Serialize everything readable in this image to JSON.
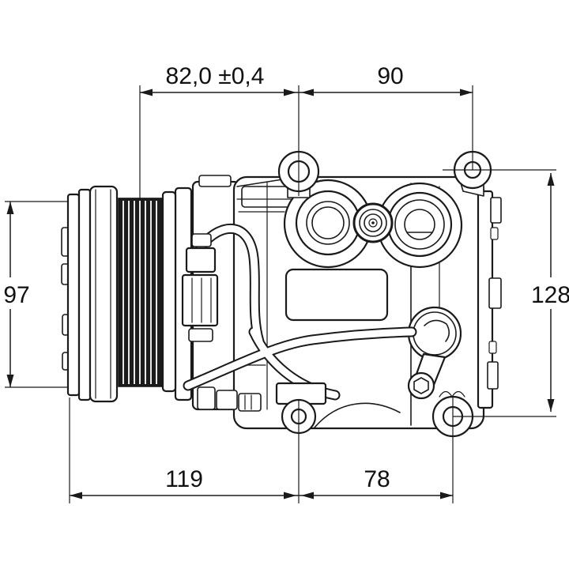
{
  "drawing": {
    "type": "technical-dimension-drawing",
    "subject": "A/C compressor with belt clutch pulley, side view",
    "units": "mm",
    "line_color": "#1a1a1a",
    "background": "#ffffff"
  },
  "dimensions": {
    "top_left": {
      "label": "82,0 ±0,4",
      "orientation": "horizontal",
      "position": "top"
    },
    "top_right": {
      "label": "90",
      "orientation": "horizontal",
      "position": "top"
    },
    "left": {
      "label": "97",
      "orientation": "vertical",
      "position": "left"
    },
    "right": {
      "label": "128",
      "orientation": "vertical",
      "position": "right"
    },
    "bottom_left": {
      "label": "119",
      "orientation": "horizontal",
      "position": "bottom"
    },
    "bottom_right": {
      "label": "78",
      "orientation": "horizontal",
      "position": "bottom"
    }
  }
}
